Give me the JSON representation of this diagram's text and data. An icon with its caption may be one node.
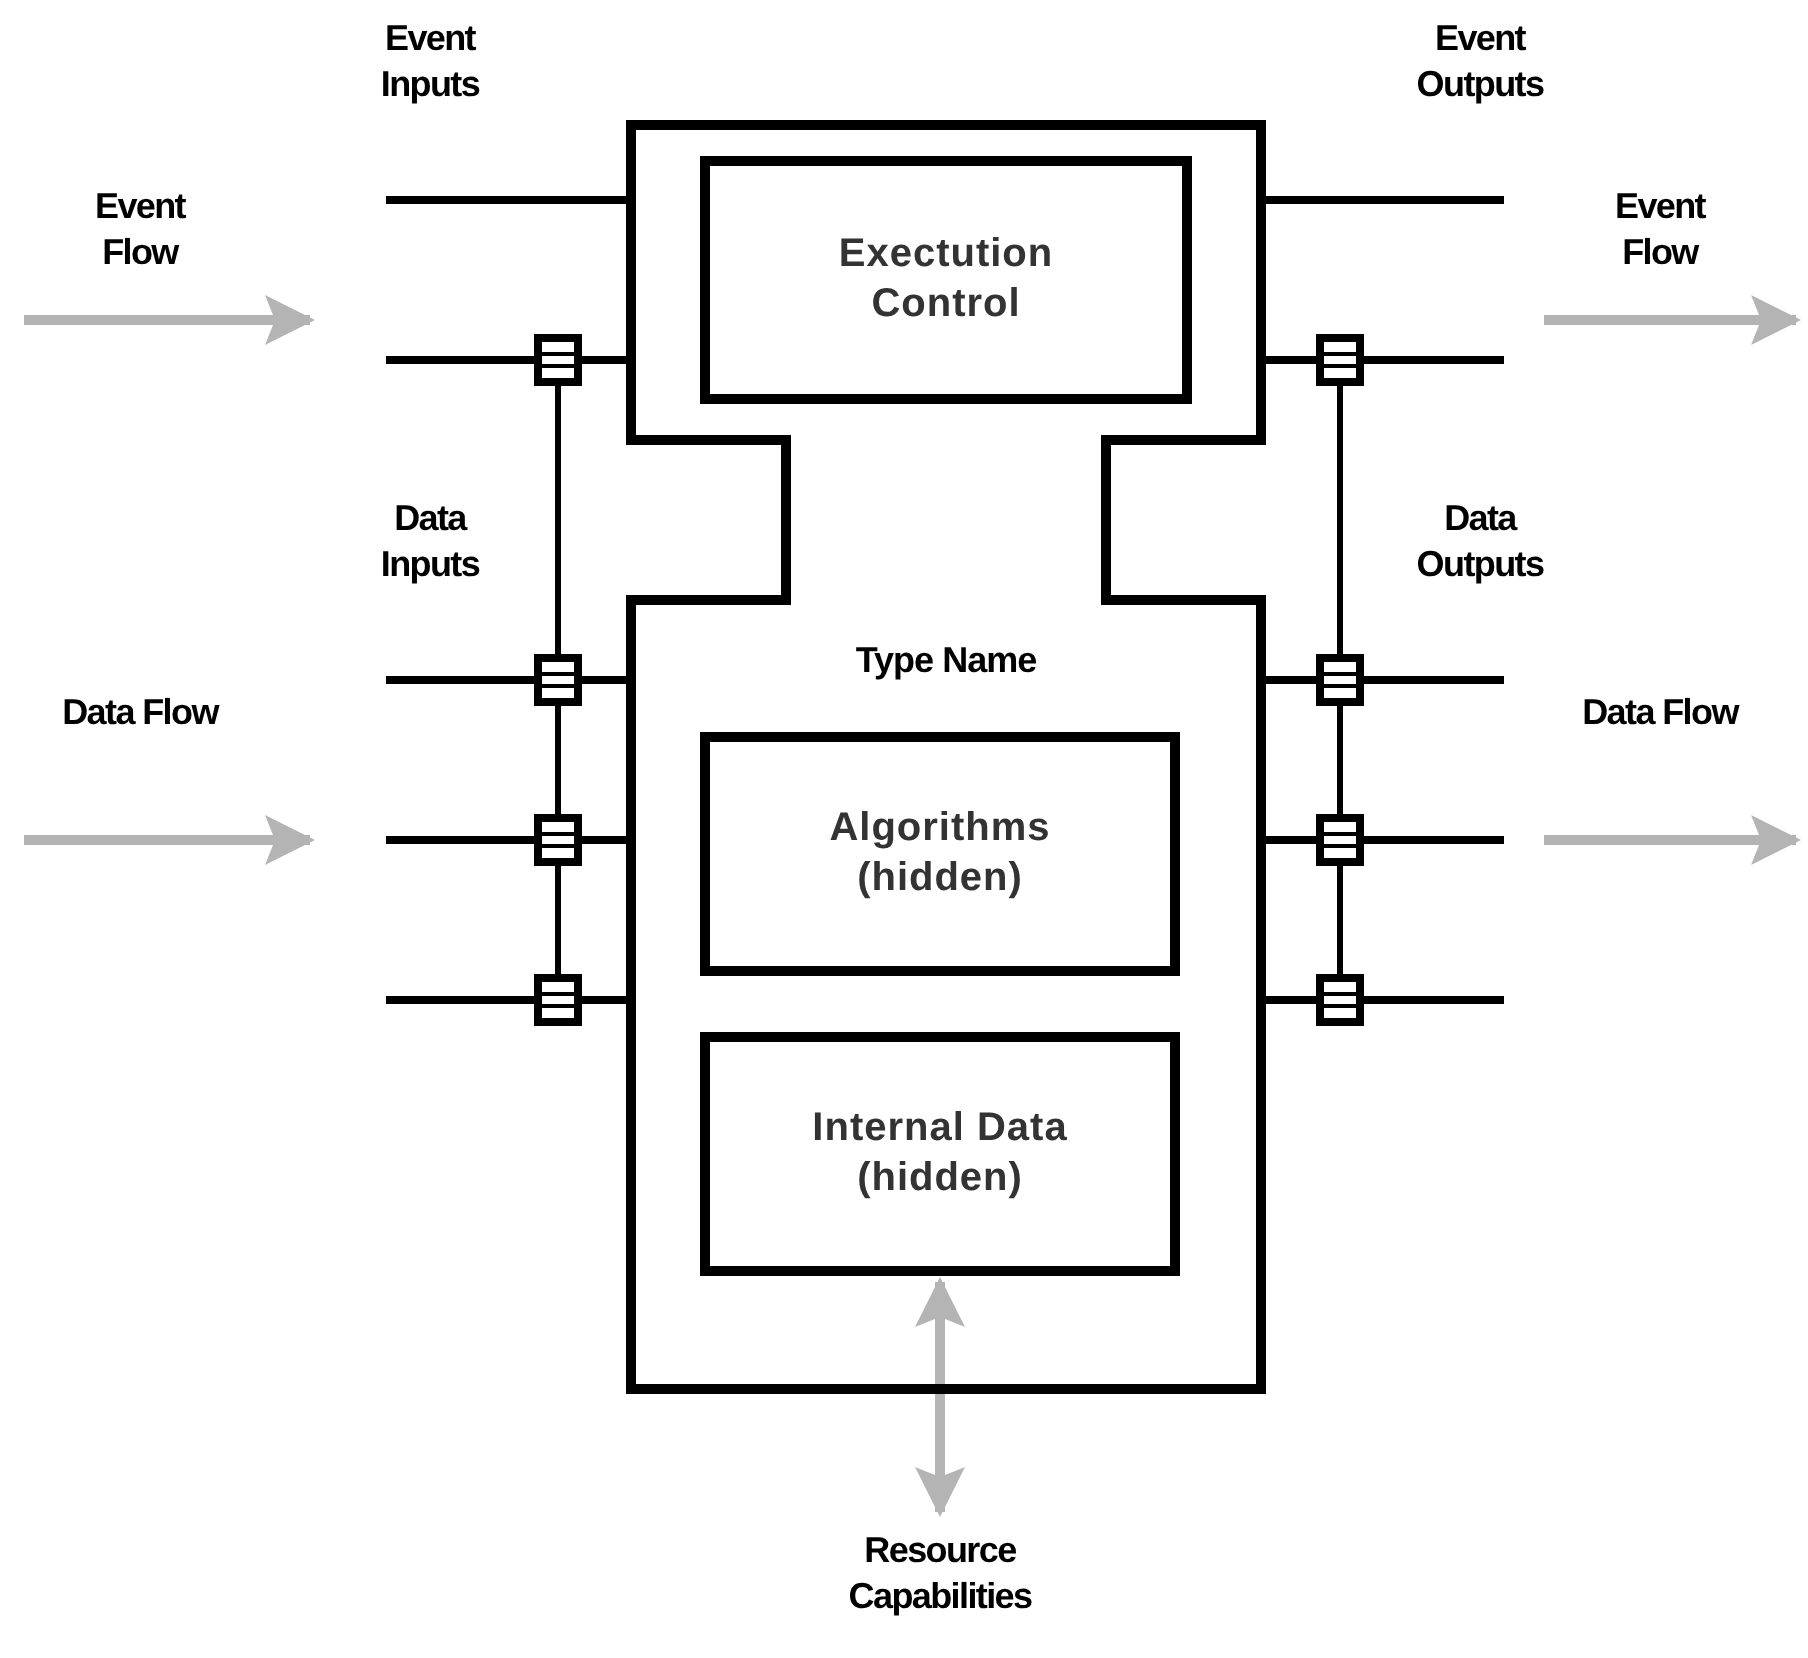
{
  "diagram": {
    "nodes": [
      {
        "text": [
          "Type Name"
        ]
      },
      {
        "text": [
          "Exectution Control"
        ],
        "in": 0
      },
      {
        "text": [
          "Algorithms (hidden)"
        ],
        "in": 0
      },
      {
        "text": [
          "Internal Data (hidden)"
        ],
        "in": 0
      },
      {
        "text": [
          "Resource Capabilities"
        ]
      }
    ],
    "edges": [
      {
        "from": 3,
        "to": 4,
        "arrow": "both"
      }
    ],
    "labels": [
      "Event Inputs",
      "Event Outputs",
      "Event Flow",
      "Event Flow",
      "Data Inputs",
      "Data Outputs",
      "Data Flow",
      "Data Flow"
    ]
  }
}
